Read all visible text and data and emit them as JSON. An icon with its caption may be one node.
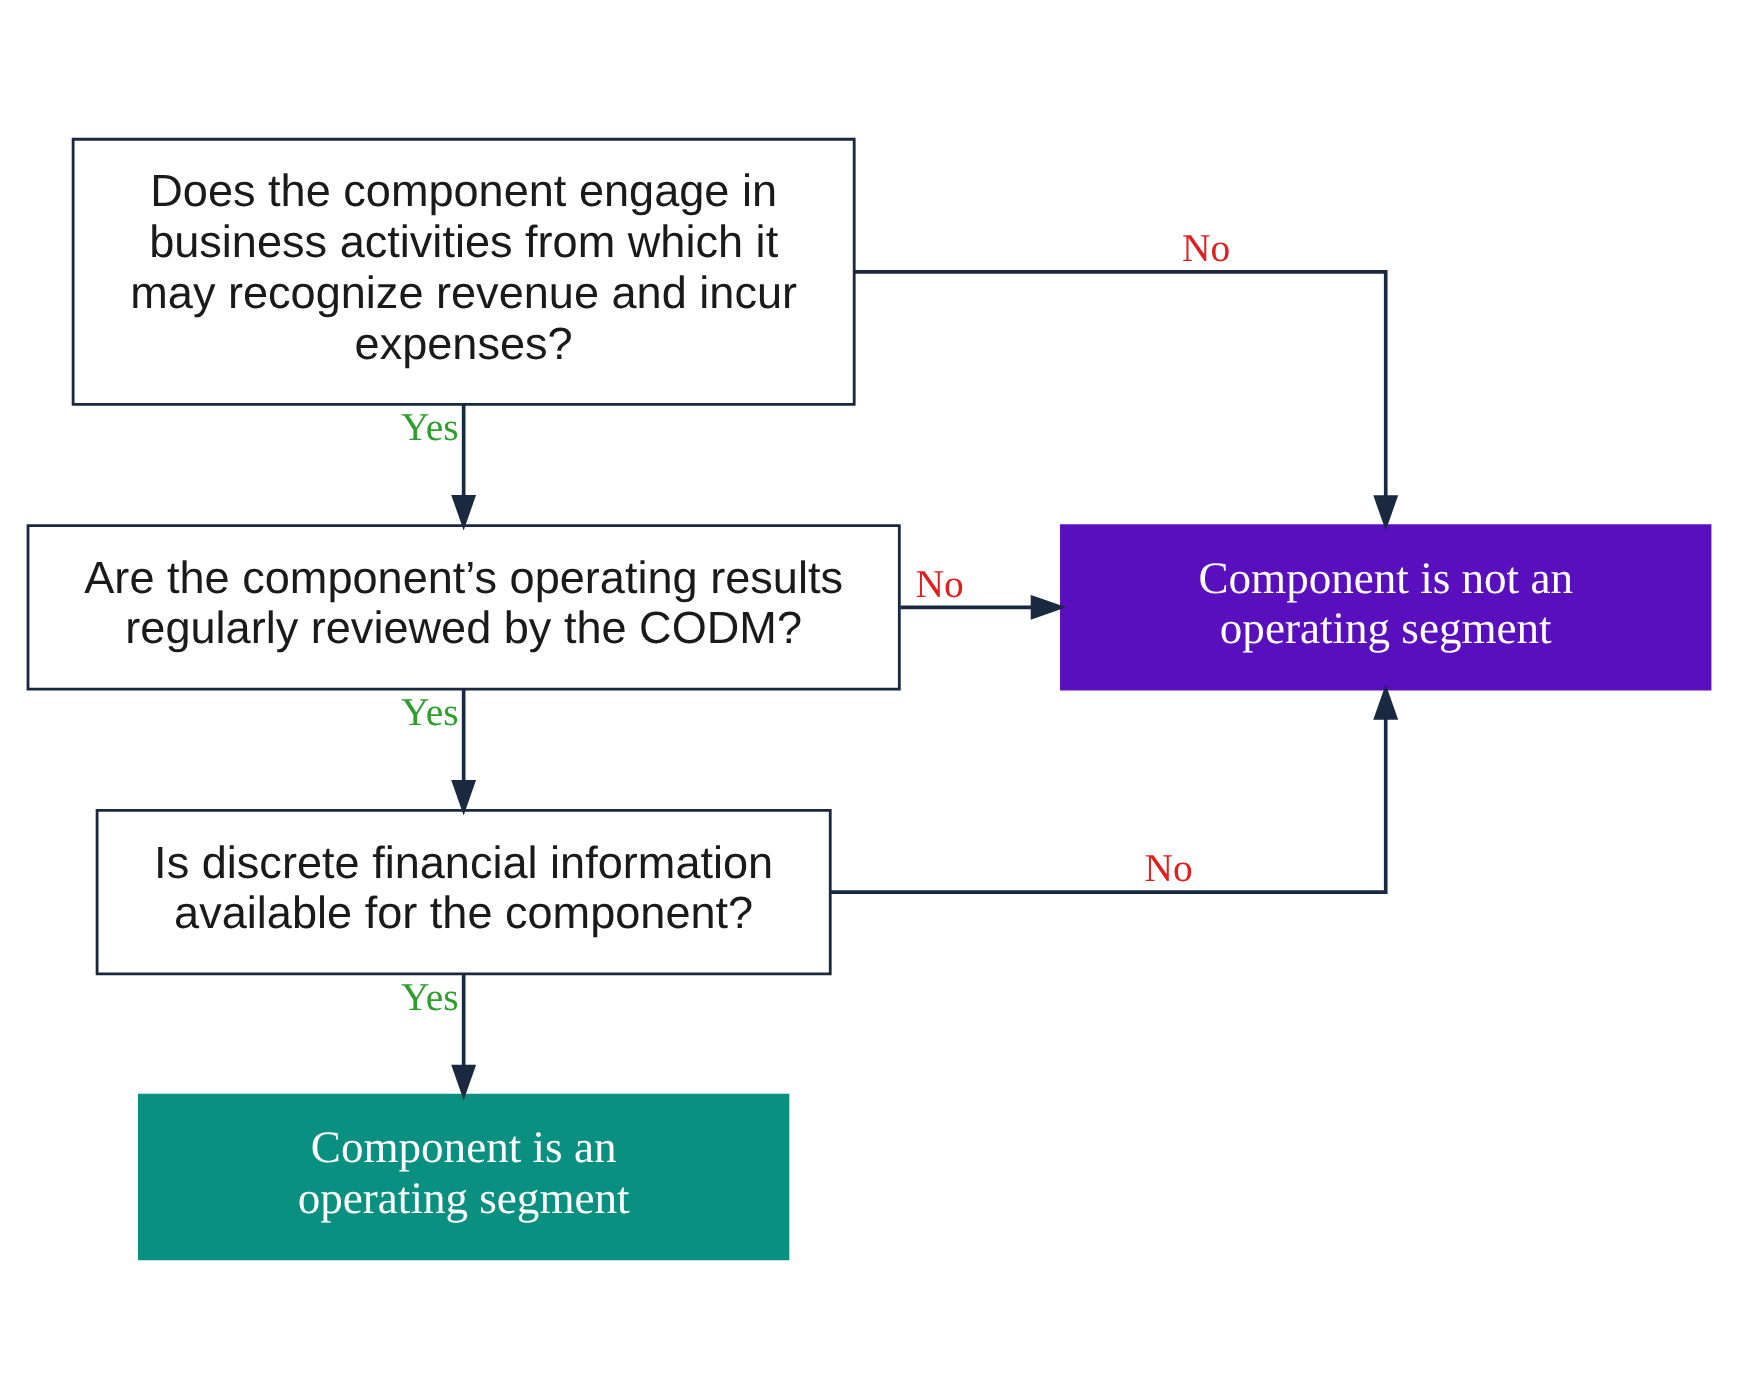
{
  "diagram": {
    "nodes": [
      {
        "text": [
          "Does the component engage in business activities from which it may recognize revenue and incur expenses?"
        ]
      },
      {
        "text": [
          "Are the component’s operating results regularly reviewed by the CODM?"
        ]
      },
      {
        "text": [
          "Is discrete financial information available for the component?"
        ]
      },
      {
        "text": [
          "Component is not an operating segment"
        ]
      },
      {
        "text": [
          "Component is an operating segment"
        ]
      }
    ],
    "edges": [
      {
        "from": 0,
        "to": 1,
        "arrow": "to",
        "label": "Yes"
      },
      {
        "from": 0,
        "to": 3,
        "arrow": "to",
        "label": "No"
      },
      {
        "from": 1,
        "to": 3,
        "arrow": "to",
        "label": "No"
      },
      {
        "from": 1,
        "to": 2,
        "arrow": "to",
        "label": "Yes"
      },
      {
        "from": 2,
        "to": 3,
        "arrow": "to",
        "label": "No"
      },
      {
        "from": 2,
        "to": 4,
        "arrow": "to",
        "label": "Yes"
      }
    ]
  }
}
